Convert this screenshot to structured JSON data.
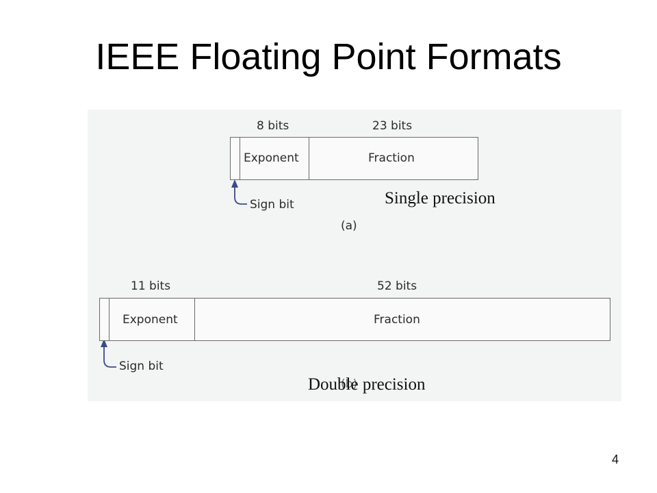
{
  "slide": {
    "title": "IEEE Floating Point Formats",
    "page_number": "4"
  },
  "single": {
    "exponent_bits": "8 bits",
    "fraction_bits": "23 bits",
    "exponent_label": "Exponent",
    "fraction_label": "Fraction",
    "sign_label": "Sign bit",
    "sublabel": "(a)",
    "caption": "Single precision"
  },
  "double": {
    "exponent_bits": "11 bits",
    "fraction_bits": "52 bits",
    "exponent_label": "Exponent",
    "fraction_label": "Fraction",
    "sign_label": "Sign bit",
    "sublabel": "(b)",
    "caption": "Double precision"
  },
  "colors": {
    "panel_bg": "#f3f4f4",
    "arrow": "#3b4a8a",
    "box_border": "#6a6a6a"
  }
}
